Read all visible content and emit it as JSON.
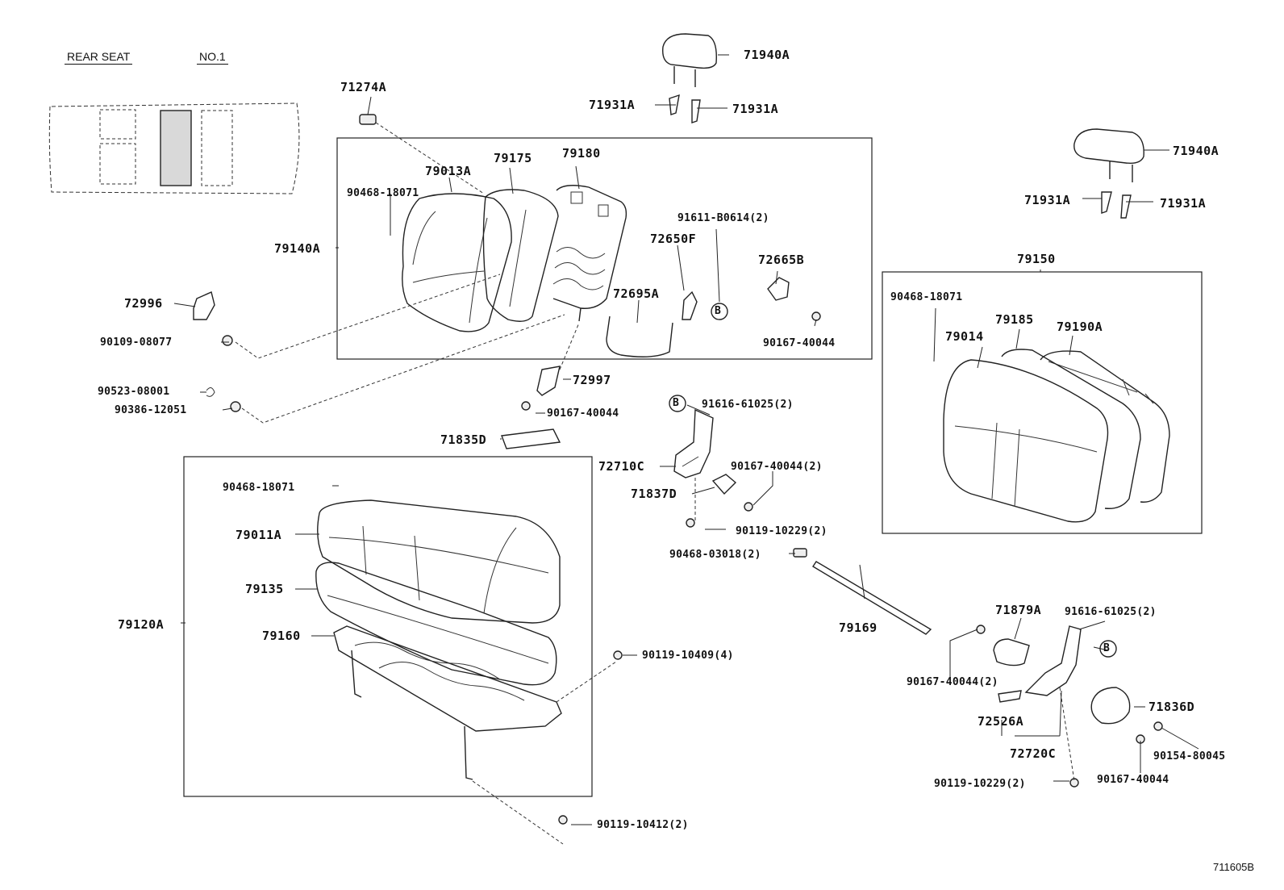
{
  "header": {
    "rear_seat": "REAR SEAT",
    "no1": "NO.1"
  },
  "footer": {
    "code": "711605B"
  },
  "labels": {
    "l_71274A": "71274A",
    "l_79013A": "79013A",
    "l_79175": "79175",
    "l_79180": "79180",
    "l_90468_18071_a": "90468-18071",
    "l_79140A": "79140A",
    "l_91611": "91611-B0614(2)",
    "l_72650F": "72650F",
    "l_72665B": "72665B",
    "l_72695A": "72695A",
    "l_90167_40044_a": "90167-40044",
    "l_72996": "72996",
    "l_90109": "90109-08077",
    "l_90523": "90523-08001",
    "l_90386": "90386-12051",
    "l_72997": "72997",
    "l_90167_40044_b": "90167-40044",
    "l_71835D": "71835D",
    "l_71940A_1": "71940A",
    "l_71931A_1": "71931A",
    "l_71931A_2": "71931A",
    "l_71940A_2": "71940A",
    "l_71931A_3": "71931A",
    "l_71931A_4": "71931A",
    "l_79150": "79150",
    "l_90468_18071_b": "90468-18071",
    "l_79014": "79014",
    "l_79185": "79185",
    "l_79190A": "79190A",
    "l_91616_a": "91616-61025(2)",
    "l_72710C": "72710C",
    "l_90167_40044_c": "90167-40044(2)",
    "l_71837D": "71837D",
    "l_90119_10229_a": "90119-10229(2)",
    "l_90468_03018": "90468-03018(2)",
    "l_90468_18071_c": "90468-18071",
    "l_79011A": "79011A",
    "l_79135": "79135",
    "l_79120A": "79120A",
    "l_79160": "79160",
    "l_90119_10409": "90119-10409(4)",
    "l_90119_10412": "90119-10412(2)",
    "l_79169": "79169",
    "l_71879A": "71879A",
    "l_91616_b": "91616-61025(2)",
    "l_90167_40044_d": "90167-40044(2)",
    "l_72526A": "72526A",
    "l_72720C": "72720C",
    "l_71836D": "71836D",
    "l_90154": "90154-80045",
    "l_90167_40044_e": "90167-40044",
    "l_90119_10229_b": "90119-10229(2)",
    "b1": "B",
    "b2": "B",
    "b3": "B"
  }
}
